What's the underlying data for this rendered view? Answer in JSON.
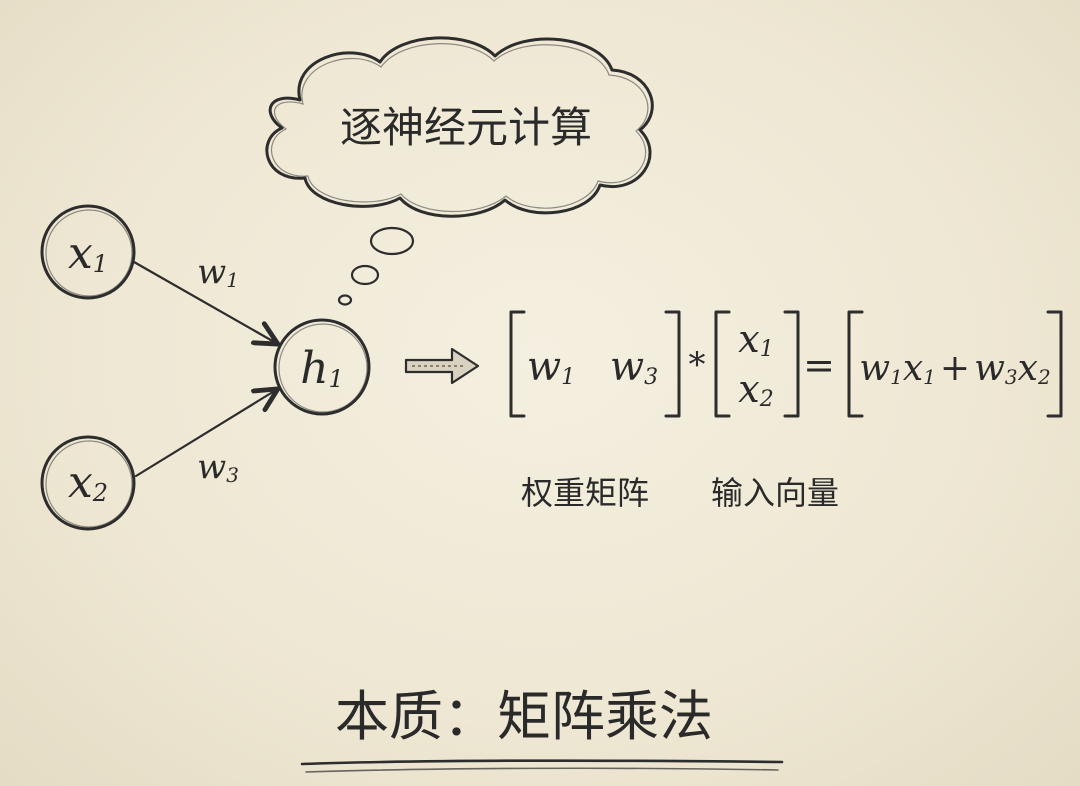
{
  "cloud": {
    "text": "逐神经元计算"
  },
  "neurons": {
    "x1": {
      "base": "x",
      "sub": "1"
    },
    "x2": {
      "base": "x",
      "sub": "2"
    },
    "h1": {
      "base": "h",
      "sub": "1"
    }
  },
  "edges": {
    "w1": {
      "base": "w",
      "sub": "1"
    },
    "w3": {
      "base": "w",
      "sub": "3"
    }
  },
  "equation": {
    "weight_matrix": [
      {
        "base": "w",
        "sub": "1"
      },
      {
        "base": "w",
        "sub": "3"
      }
    ],
    "multiply": "*",
    "input_vector": [
      {
        "base": "x",
        "sub": "1"
      },
      {
        "base": "x",
        "sub": "2"
      }
    ],
    "equals": "=",
    "result": {
      "t1_w": "w",
      "t1_w_sub": "1",
      "t1_x": "x",
      "t1_x_sub": "1",
      "plus": "+",
      "t2_w": "w",
      "t2_w_sub": "3",
      "t2_x": "x",
      "t2_x_sub": "2"
    }
  },
  "labels": {
    "weight_matrix": "权重矩阵",
    "input_vector": "输入向量"
  },
  "conclusion": "本质：矩阵乘法"
}
